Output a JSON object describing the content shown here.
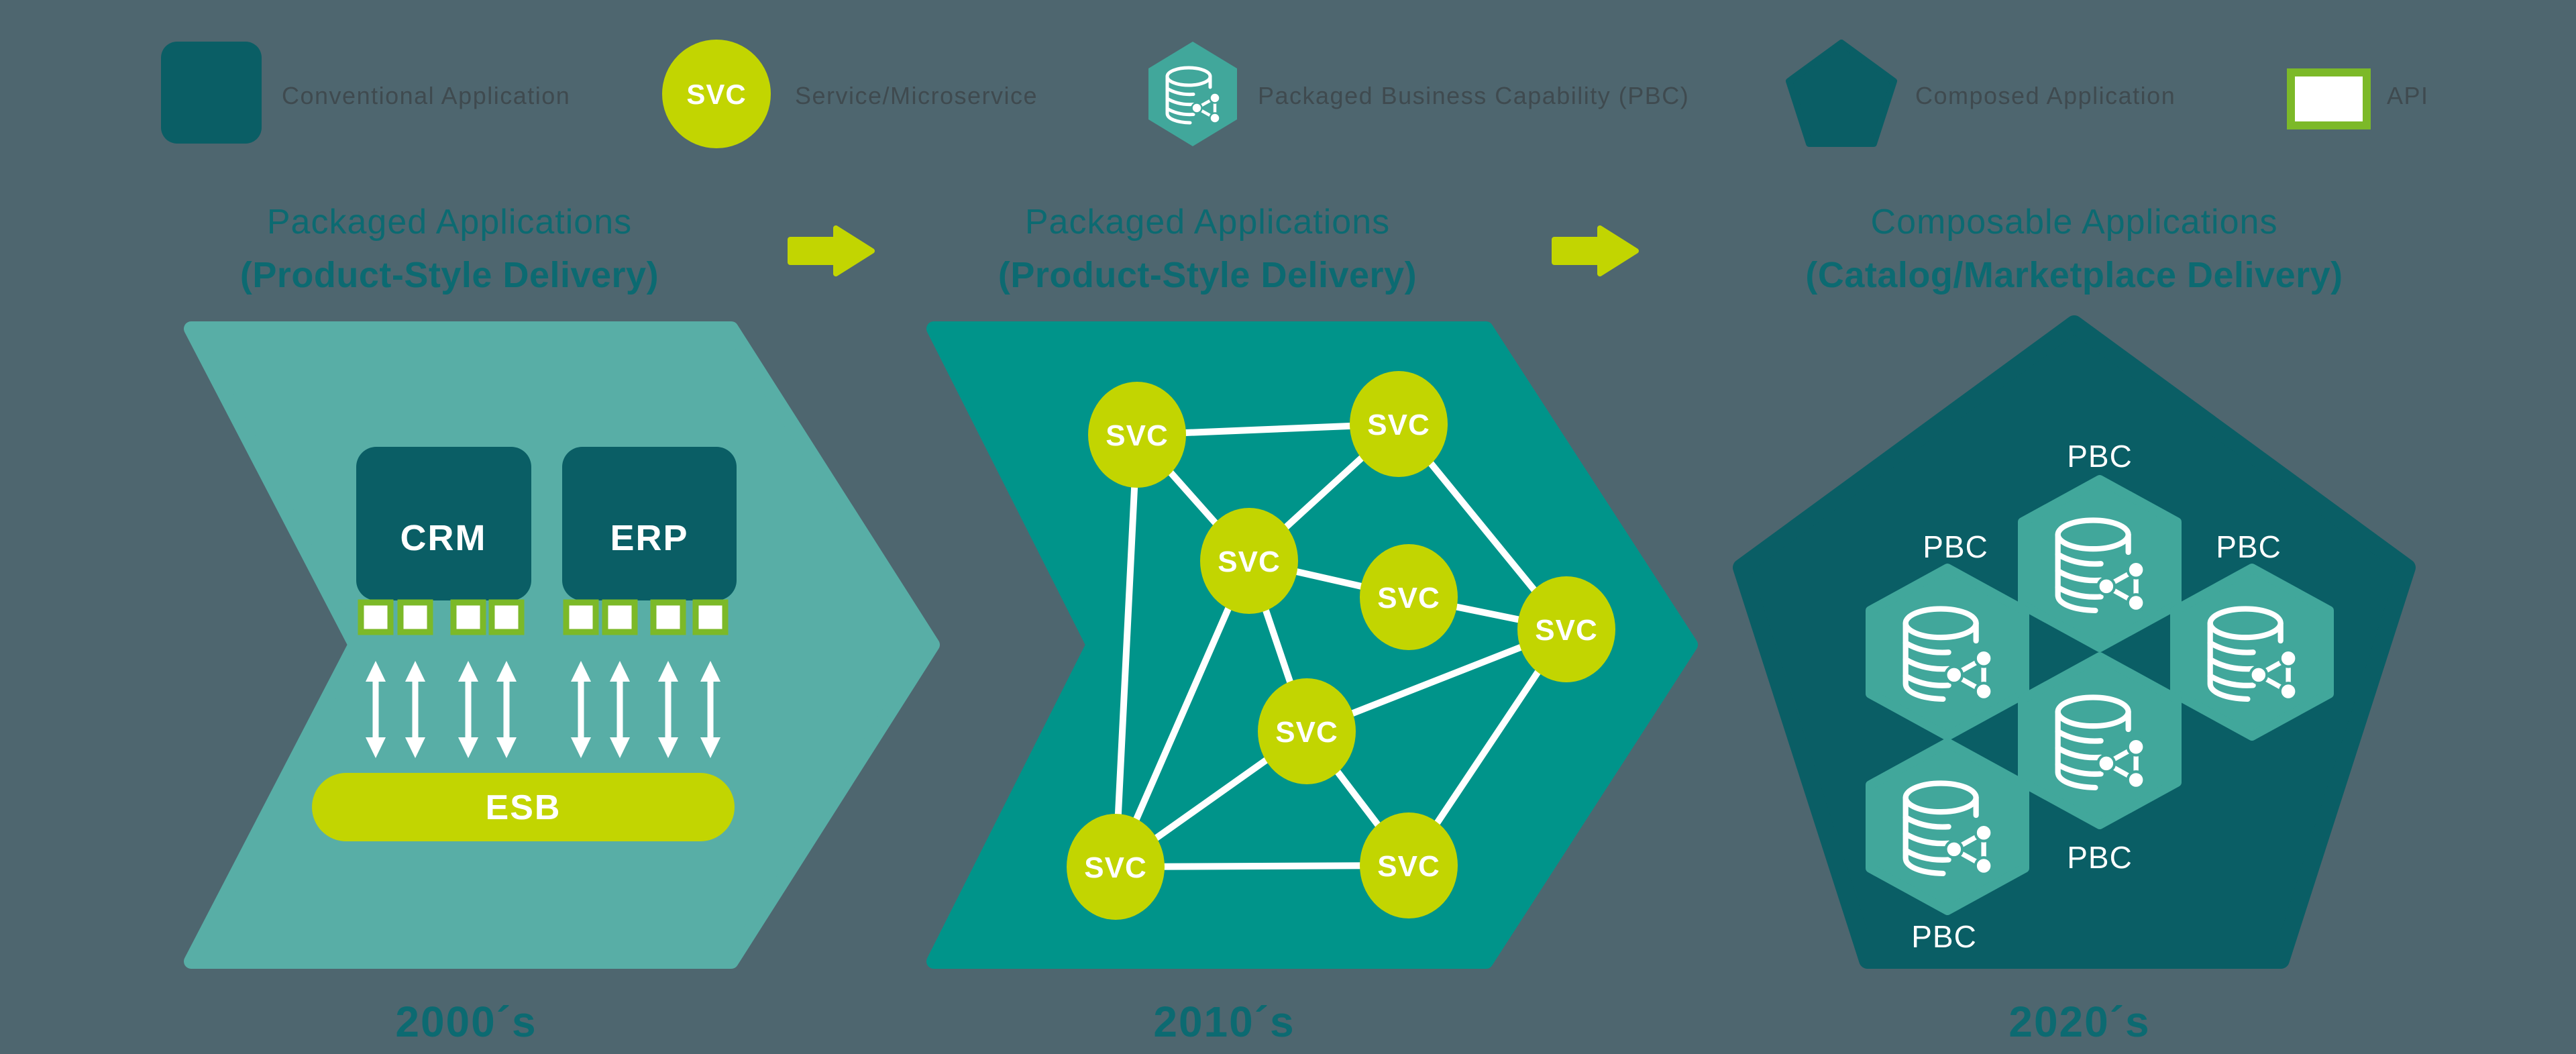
{
  "colors": {
    "background": "#4E666F",
    "dark_teal": "#0A5E65",
    "light_teal": "#58AEA6",
    "teal": "#00948A",
    "hex_teal": "#41A79B",
    "chartreuse": "#C2D501",
    "lime_api_border": "#7CB928",
    "title_text": "#0C6A71",
    "legend_text": "#3F4A4F",
    "white": "#FFFFFF"
  },
  "legend": {
    "items": [
      {
        "id": "conventional-application",
        "label": "Conventional Application"
      },
      {
        "id": "service-microservice",
        "label": "Service/Microservice",
        "badge": "SVC"
      },
      {
        "id": "packaged-business-capability",
        "label": "Packaged Business Capability (PBC)"
      },
      {
        "id": "composed-application",
        "label": "Composed Application"
      },
      {
        "id": "api",
        "label": "API"
      }
    ]
  },
  "stages": [
    {
      "title_line1": "Packaged Applications",
      "title_line2": "(Product-Style Delivery)",
      "era": "2000´s",
      "applications": [
        "CRM",
        "ERP"
      ],
      "bus_label": "ESB",
      "api_ports_per_app": 4
    },
    {
      "title_line1": "Packaged Applications",
      "title_line2": "(Product-Style Delivery)",
      "era": "2010´s",
      "node_label": "SVC",
      "nodes": [
        "A",
        "B",
        "C",
        "D",
        "E",
        "F",
        "G",
        "H"
      ],
      "edges": [
        [
          "A",
          "B"
        ],
        [
          "A",
          "C"
        ],
        [
          "A",
          "G"
        ],
        [
          "B",
          "C"
        ],
        [
          "B",
          "E"
        ],
        [
          "C",
          "D"
        ],
        [
          "C",
          "F"
        ],
        [
          "C",
          "G"
        ],
        [
          "D",
          "E"
        ],
        [
          "E",
          "F"
        ],
        [
          "E",
          "H"
        ],
        [
          "F",
          "G"
        ],
        [
          "F",
          "H"
        ],
        [
          "G",
          "H"
        ]
      ]
    },
    {
      "title_line1": "Composable Applications",
      "title_line2": "(Catalog/Marketplace Delivery)",
      "era": "2020´s",
      "pbc_label": "PBC",
      "pbc_count": 5
    }
  ]
}
